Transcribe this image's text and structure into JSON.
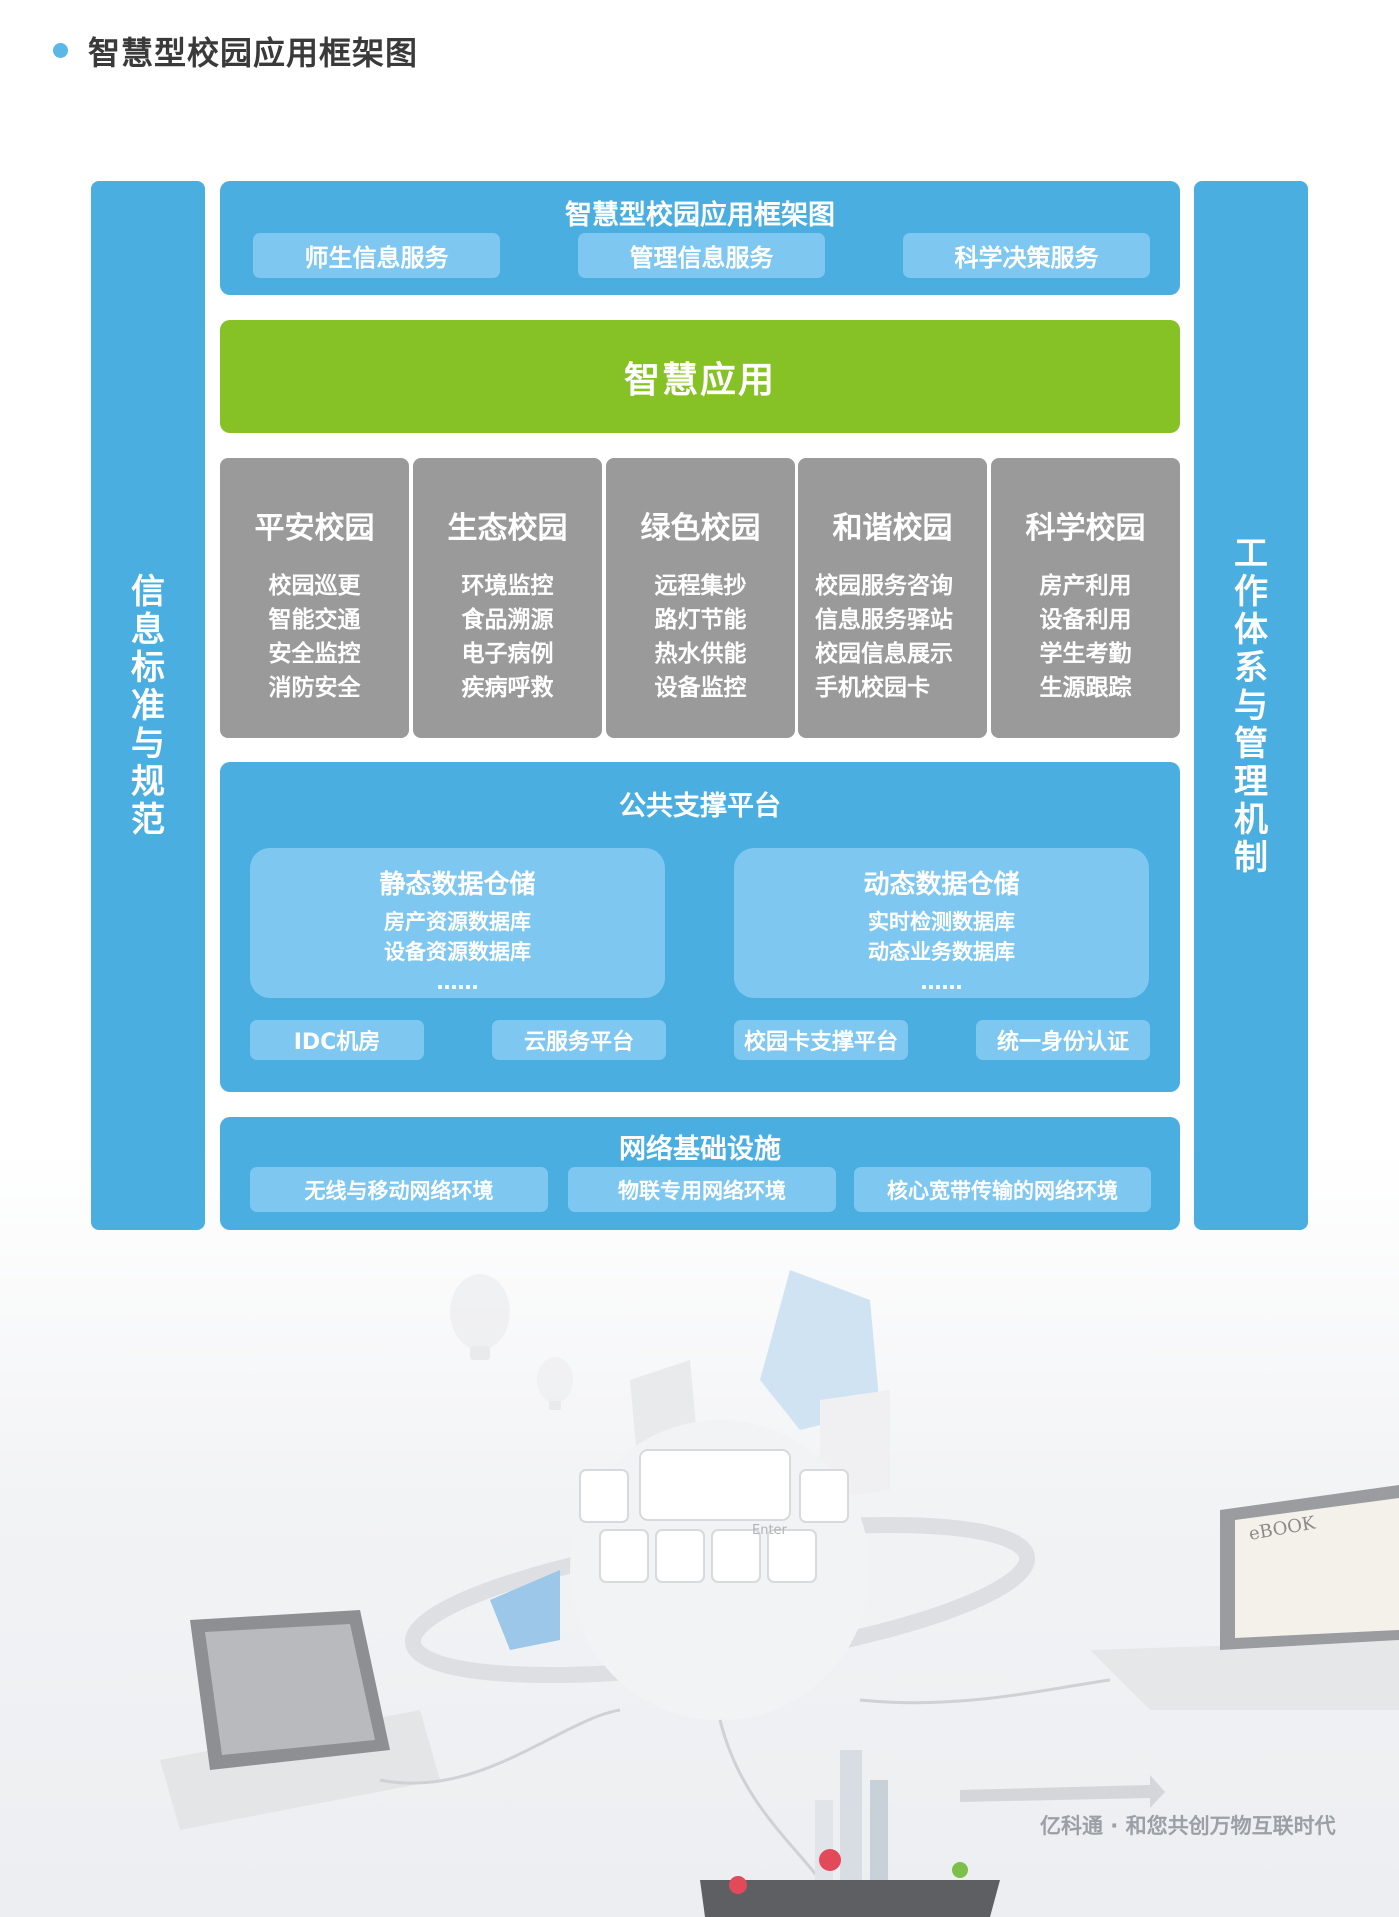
{
  "page_title": "智慧型校园应用框架图",
  "left_side": "信息标准与规范",
  "right_side": "工作体系与管理机制",
  "top_panel": {
    "title": "智慧型校园应用框架图",
    "services": [
      "师生信息服务",
      "管理信息服务",
      "科学决策服务"
    ]
  },
  "smart_app": "智慧应用",
  "campus_cards": [
    {
      "title": "平安校园",
      "items": [
        "校园巡更",
        "智能交通",
        "安全监控",
        "消防安全"
      ]
    },
    {
      "title": "生态校园",
      "items": [
        "环境监控",
        "食品溯源",
        "电子病例",
        "疾病呼救"
      ]
    },
    {
      "title": "绿色校园",
      "items": [
        "远程集抄",
        "路灯节能",
        "热水供能",
        "设备监控"
      ]
    },
    {
      "title": "和谐校园",
      "items": [
        "校园服务咨询",
        "信息服务驿站",
        "校园信息展示",
        "手机校园卡"
      ]
    },
    {
      "title": "科学校园",
      "items": [
        "房产利用",
        "设备利用",
        "学生考勤",
        "生源跟踪"
      ]
    }
  ],
  "support_platform": {
    "title": "公共支撑平台",
    "static_store": {
      "title": "静态数据仓储",
      "items": [
        "房产资源数据库",
        "设备资源数据库"
      ],
      "ellipsis": "……"
    },
    "dynamic_store": {
      "title": "动态数据仓储",
      "items": [
        "实时检测数据库",
        "动态业务数据库"
      ],
      "ellipsis": "……"
    },
    "bottom_items": [
      "IDC机房",
      "云服务平台",
      "校园卡支撑平台",
      "统一身份认证"
    ]
  },
  "network": {
    "title": "网络基础设施",
    "items": [
      "无线与移动网络环境",
      "物联专用网络环境",
      "核心宽带传输的网络环境"
    ]
  },
  "illustration": {
    "ebook_label": "eBOOK",
    "enter_key": "Enter"
  },
  "slogan": "亿科通 · 和您共创万物互联时代",
  "colors": {
    "blue": "#4aaee0",
    "light_blue": "#7ec7f0",
    "green": "#86c126",
    "gray": "#9a9a9a"
  }
}
